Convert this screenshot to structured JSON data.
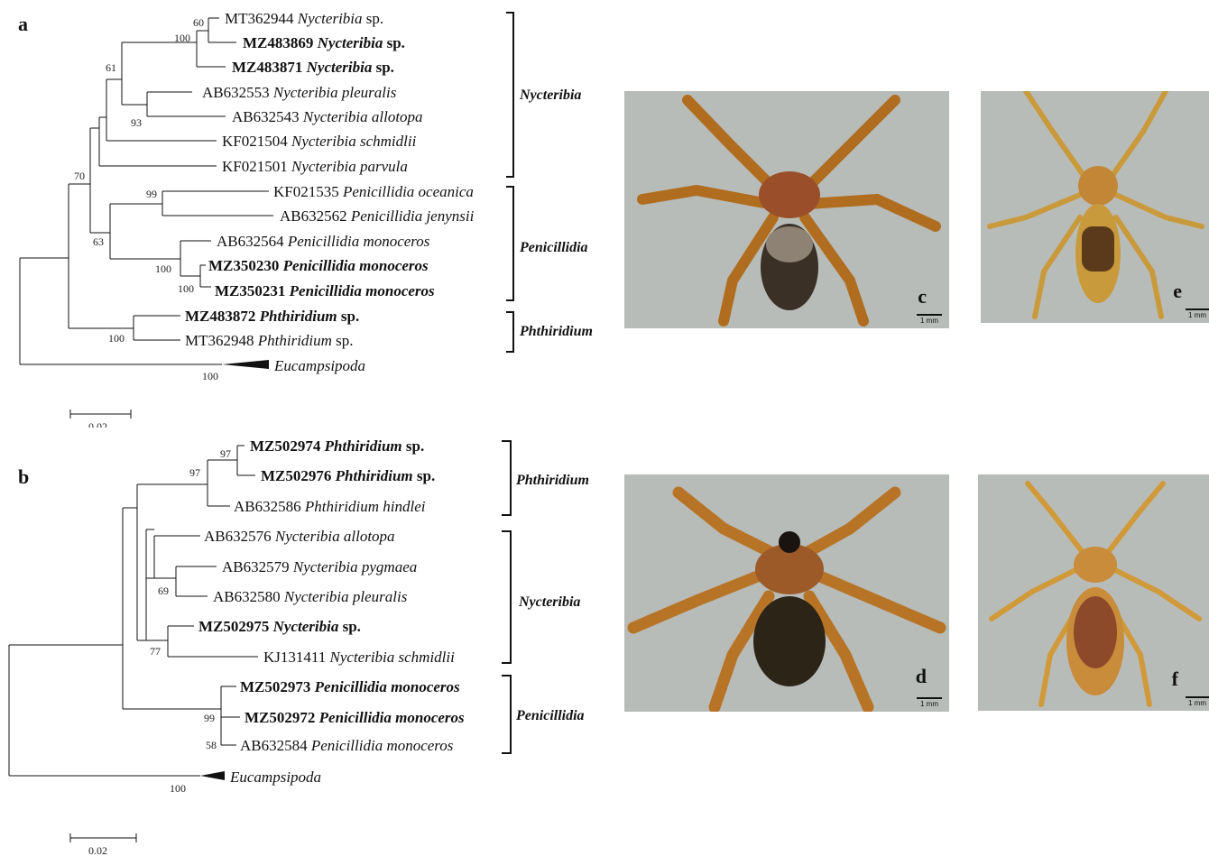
{
  "panel_a": {
    "letter": "a",
    "tips": [
      {
        "acc": "MT362944",
        "name": "Nycteribia",
        "suffix": " sp.",
        "bold": false
      },
      {
        "acc": "MZ483869",
        "name": "Nycteribia",
        "suffix": " sp.",
        "bold": true
      },
      {
        "acc": "MZ483871",
        "name": "Nycteribia",
        "suffix": " sp.",
        "bold": true
      },
      {
        "acc": "AB632553",
        "name": "Nycteribia pleuralis",
        "suffix": "",
        "bold": false
      },
      {
        "acc": "AB632543",
        "name": "Nycteribia allotopa",
        "suffix": "",
        "bold": false
      },
      {
        "acc": "KF021504",
        "name": "Nycteribia schmidlii",
        "suffix": "",
        "bold": false
      },
      {
        "acc": "KF021501",
        "name": "Nycteribia parvula",
        "suffix": "",
        "bold": false
      },
      {
        "acc": "KF021535",
        "name": "Penicillidia oceanica",
        "suffix": "",
        "bold": false
      },
      {
        "acc": "AB632562",
        "name": "Penicillidia jenynsii",
        "suffix": "",
        "bold": false
      },
      {
        "acc": "AB632564",
        "name": "Penicillidia monoceros",
        "suffix": "",
        "bold": false
      },
      {
        "acc": "MZ350230",
        "name": "Penicillidia monoceros",
        "suffix": "",
        "bold": true
      },
      {
        "acc": "MZ350231",
        "name": "Penicillidia monoceros",
        "suffix": "",
        "bold": true
      },
      {
        "acc": "MZ483872",
        "name": "Phthiridium",
        "suffix": " sp.",
        "bold": true
      },
      {
        "acc": "MT362948",
        "name": "Phthiridium",
        "suffix": " sp.",
        "bold": false
      }
    ],
    "outgroup": "Eucampsipoda",
    "bootstraps": [
      "60",
      "100",
      "61",
      "93",
      "70",
      "99",
      "63",
      "100",
      "100",
      "100",
      "100"
    ],
    "clades": [
      "Nycteribia",
      "Penicillidia",
      "Phthiridium"
    ],
    "scale": "0.02"
  },
  "panel_b": {
    "letter": "b",
    "tips": [
      {
        "acc": "MZ502974",
        "name": "Phthiridium",
        "suffix": " sp.",
        "bold": true
      },
      {
        "acc": "MZ502976",
        "name": "Phthiridium",
        "suffix": " sp.",
        "bold": true
      },
      {
        "acc": "AB632586",
        "name": "Phthiridium hindlei",
        "suffix": "",
        "bold": false
      },
      {
        "acc": "AB632576",
        "name": "Nycteribia allotopa",
        "suffix": "",
        "bold": false
      },
      {
        "acc": "AB632579",
        "name": "Nycteribia pygmaea",
        "suffix": "",
        "bold": false
      },
      {
        "acc": "AB632580",
        "name": "Nycteribia pleuralis",
        "suffix": "",
        "bold": false
      },
      {
        "acc": "MZ502975",
        "name": "Nycteribia",
        "suffix": " sp.",
        "bold": true
      },
      {
        "acc": "KJ131411",
        "name": "Nycteribia schmidlii",
        "suffix": "",
        "bold": false
      },
      {
        "acc": "MZ502973",
        "name": "Penicillidia monoceros",
        "suffix": "",
        "bold": true
      },
      {
        "acc": "MZ502972",
        "name": "Penicillidia monoceros",
        "suffix": "",
        "bold": true
      },
      {
        "acc": "AB632584",
        "name": "Penicillidia monoceros",
        "suffix": "",
        "bold": false
      }
    ],
    "outgroup": "Eucampsipoda",
    "bootstraps": [
      "97",
      "97",
      "69",
      "77",
      "99",
      "58",
      "100"
    ],
    "clades": [
      "Phthiridium",
      "Nycteribia",
      "Penicillidia"
    ],
    "scale": "0.02"
  },
  "photos": [
    {
      "letter": "c",
      "scale": "1 mm"
    },
    {
      "letter": "e",
      "scale": "1 mm"
    },
    {
      "letter": "d",
      "scale": "1 mm"
    },
    {
      "letter": "f",
      "scale": "1 mm"
    }
  ]
}
